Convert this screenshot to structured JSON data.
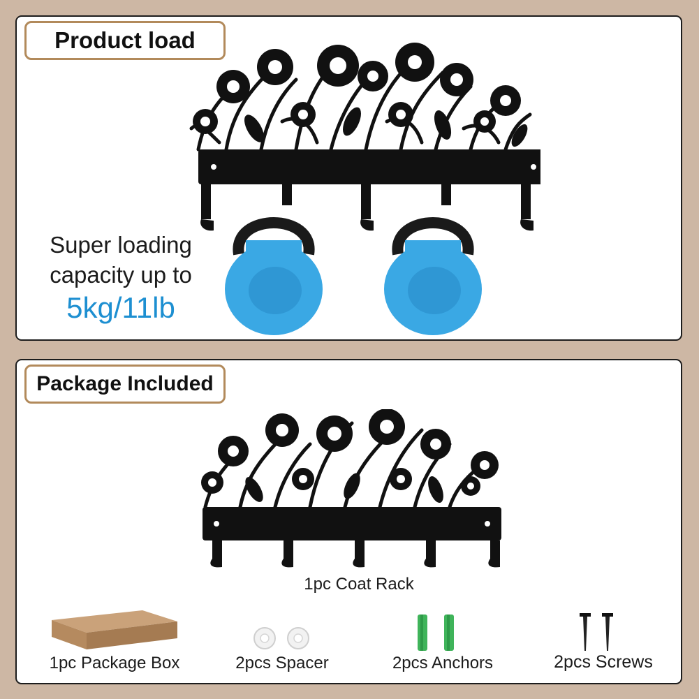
{
  "top_panel": {
    "title": "Product load",
    "capacity_line1": "Super loading",
    "capacity_line2": "capacity up to",
    "capacity_value": "5kg/11lb"
  },
  "bottom_panel": {
    "title": "Package Included",
    "items": [
      {
        "label": "1pc Coat Rack",
        "icon": "flower-coat-rack-icon"
      },
      {
        "label": "1pc Package Box",
        "icon": "cardboard-box-icon"
      },
      {
        "label": "2pcs Spacer",
        "icon": "spacer-ring-icon"
      },
      {
        "label": "2pcs Anchors",
        "icon": "wall-anchor-icon"
      },
      {
        "label": "2pcs Screws",
        "icon": "screw-icon"
      }
    ]
  },
  "colors": {
    "background": "#cdb7a4",
    "tag_border": "#b28a5b",
    "accent_blue": "#1d8fd1",
    "kettlebell_blue": "#3aa8e4",
    "anchor_green": "#3fb45a"
  }
}
